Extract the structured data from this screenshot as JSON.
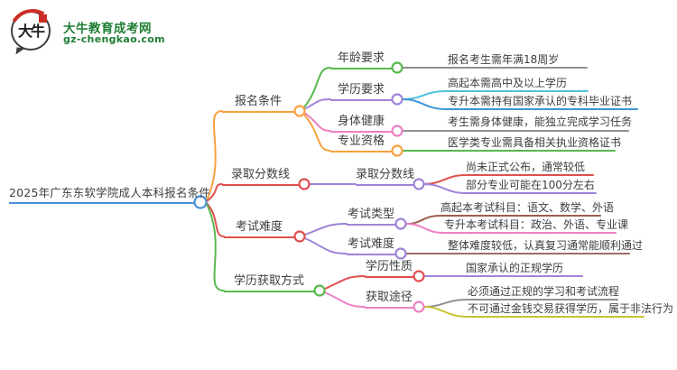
{
  "header": {
    "logo_mark": "大牛",
    "brand": "大牛教育成考网",
    "url": "gz-chengkao.com",
    "brand_color": "#1e7e34",
    "logo_accent_color": "#cc2d26"
  },
  "palette": {
    "root_blue": "#4a8fd4",
    "orange": "#f7a13e",
    "red": "#e0504e",
    "green": "#57b94e",
    "purple": "#a084d8",
    "pink": "#ef7fc3",
    "cyan": "#4ec3e0",
    "mid_blue": "#3d95d6",
    "gray": "#909090",
    "brown": "#9c5d50",
    "mauve": "#9d6e66",
    "yellow": "#c9c331",
    "text": "#3b3e40"
  },
  "mindmap": {
    "root": {
      "label": "2025年广东东软学院成人本科报名条件",
      "color": "#4a8fd4"
    },
    "branches": [
      {
        "label": "报名条件",
        "color": "#f7a13e",
        "children": [
          {
            "label": "年龄要求",
            "color": "#57b94e",
            "leaves": [
              {
                "text": "报名考生需年满18周岁",
                "color": "#909090"
              }
            ]
          },
          {
            "label": "学历要求",
            "color": "#a084d8",
            "leaves": [
              {
                "text": "高起本需高中及以上学历",
                "color": "#4ec3e0"
              },
              {
                "text": "专升本需持有国家承认的专科毕业证书",
                "color": "#3d95d6"
              }
            ]
          },
          {
            "label": "身体健康",
            "color": "#ef7fc3",
            "leaves": [
              {
                "text": "考生需身体健康，能独立完成学习任务",
                "color": "#909090"
              }
            ]
          },
          {
            "label": "专业资格",
            "color": "#f7a13e",
            "leaves": [
              {
                "text": "医学类专业需具备相关执业资格证书",
                "color": "#57b94e"
              }
            ]
          }
        ]
      },
      {
        "label": "录取分数线",
        "color": "#e0504e",
        "children": [
          {
            "label": "录取分数线",
            "color": "#a084d8",
            "leaves": [
              {
                "text": "尚未正式公布，通常较低",
                "color": "#e0504e"
              },
              {
                "text": "部分专业可能在100分左右",
                "color": "#a084d8"
              }
            ]
          }
        ]
      },
      {
        "label": "考试难度",
        "color": "#e0504e",
        "children": [
          {
            "label": "考试类型",
            "color": "#a084d8",
            "leaves": [
              {
                "text": "高起本考试科目：语文、数学、外语",
                "color": "#9c5d50"
              },
              {
                "text": "专升本考试科目：政治、外语、专业课",
                "color": "#ef7fc3"
              }
            ]
          },
          {
            "label": "考试难度",
            "color": "#a084d8",
            "leaves": [
              {
                "text": "整体难度较低，认真复习通常能顺利通过",
                "color": "#9d6e66"
              }
            ]
          }
        ]
      },
      {
        "label": "学历获取方式",
        "color": "#57b94e",
        "children": [
          {
            "label": "学历性质",
            "color": "#e0504e",
            "leaves": [
              {
                "text": "国家承认的正规学历",
                "color": "#a084d8"
              }
            ]
          },
          {
            "label": "获取途径",
            "color": "#ef7fc3",
            "leaves": [
              {
                "text": "必须通过正规的学习和考试流程",
                "color": "#909090"
              },
              {
                "text": "不可通过金钱交易获得学历，属于非法行为",
                "color": "#c9c331"
              }
            ]
          }
        ]
      }
    ]
  }
}
